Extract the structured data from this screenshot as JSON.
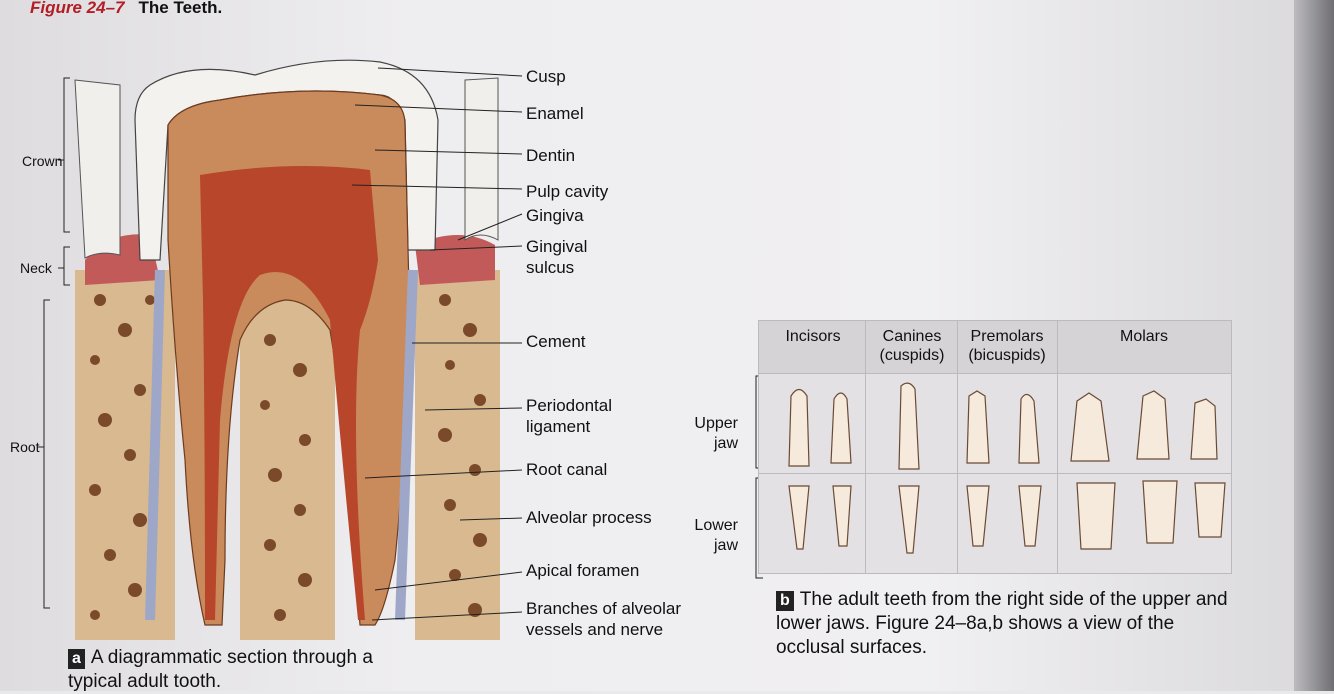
{
  "figure": {
    "number": "Figure 24–7",
    "title": "The Teeth."
  },
  "labels": [
    "Cusp",
    "Enamel",
    "Dentin",
    "Pulp cavity",
    "Gingiva",
    "Gingival sulcus",
    "Cement",
    "Periodontal ligament",
    "Root canal",
    "Alveolar process",
    "Apical foramen",
    "Branches of alveolar vessels and nerve"
  ],
  "regions": [
    "Crown",
    "Neck",
    "Root"
  ],
  "caption_a": {
    "badge": "a",
    "text": "A diagrammatic section through a typical adult tooth."
  },
  "table": {
    "headers": [
      "Incisors",
      "Canines (cuspids)",
      "Premolars (bicuspids)",
      "Molars"
    ],
    "rows": [
      "Upper jaw",
      "Lower jaw"
    ]
  },
  "caption_b": {
    "badge": "b",
    "text": "The adult teeth from the right side of the upper and lower jaws. Figure 24–8a,b shows a view of the occlusal surfaces."
  },
  "colors": {
    "dentin": "#c98a5c",
    "pulp": "#b8462a",
    "enamel": "#f4f2ef",
    "bone": "#d9b98f",
    "gum": "#c35a5a",
    "accent": "#b31d24"
  }
}
